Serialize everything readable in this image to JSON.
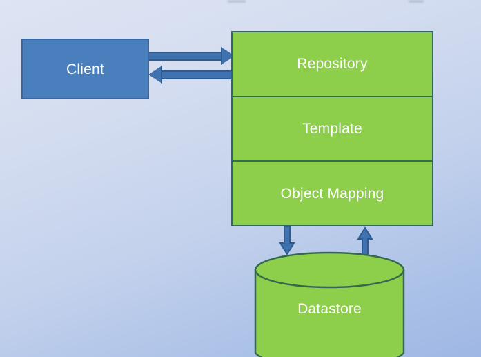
{
  "diagram": {
    "title": "Spring Data architecture diagram",
    "background": {
      "gradient_from": "#dde4f3",
      "gradient_to": "#9fb7e4"
    },
    "colors": {
      "client_fill": "#4a7fbd",
      "client_border": "#3a679f",
      "panel_fill": "#8dce4b",
      "panel_border": "#2f6b57",
      "arrow_fill": "#3f72ae",
      "arrow_border": "#2f5c90",
      "label_text": "#ffffff"
    },
    "nodes": {
      "client": {
        "label": "Client",
        "shape": "rectangle"
      },
      "panel": {
        "shape": "stacked-rectangle",
        "sections": [
          {
            "label": "Repository"
          },
          {
            "label": "Template"
          },
          {
            "label": "Object Mapping"
          }
        ]
      },
      "datastore": {
        "label": "Datastore",
        "shape": "cylinder"
      }
    },
    "edges": [
      {
        "name": "client-to-repository",
        "from": "client",
        "to": "repository",
        "direction": "right",
        "style": "block-arrow"
      },
      {
        "name": "repository-to-client",
        "from": "repository",
        "to": "client",
        "direction": "left",
        "style": "block-arrow"
      },
      {
        "name": "object-mapping-to-datastore",
        "from": "object-mapping",
        "to": "datastore",
        "direction": "down",
        "style": "block-arrow"
      },
      {
        "name": "datastore-to-object-mapping",
        "from": "datastore",
        "to": "object-mapping",
        "direction": "up",
        "style": "block-arrow"
      }
    ]
  }
}
